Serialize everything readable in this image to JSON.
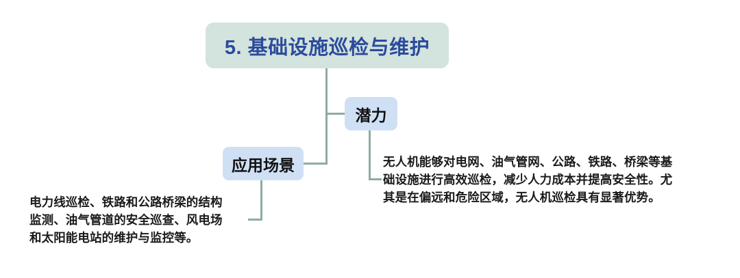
{
  "diagram": {
    "type": "mind-map",
    "title_node": {
      "label": "5. 基础设施巡检与维护",
      "bg_color": "#d3e3dd",
      "text_color": "#2b4b9b"
    },
    "branches": [
      {
        "id": "potential",
        "label": "潜力",
        "bg_color": "#cfe0f5",
        "text_color": "#111111",
        "detail_lines": [
          "无人机能够对电网、油气管网、公路、铁路、桥梁等基",
          "础设施进行高效巡检，减少人力成本并提高安全性。尤",
          "其是在偏远和危险区域，无人机巡检具有显著优势。"
        ]
      },
      {
        "id": "application-scenarios",
        "label": "应用场景",
        "bg_color": "#cfe0f5",
        "text_color": "#111111",
        "detail_lines": [
          "电力线巡检、铁路和公路桥梁的结构",
          "监测、油气管道的安全巡查、风电场",
          "和太阳能电站的维护与监控等。"
        ]
      }
    ],
    "connector_color": "#8fab9f",
    "background_color": "#ffffff"
  }
}
